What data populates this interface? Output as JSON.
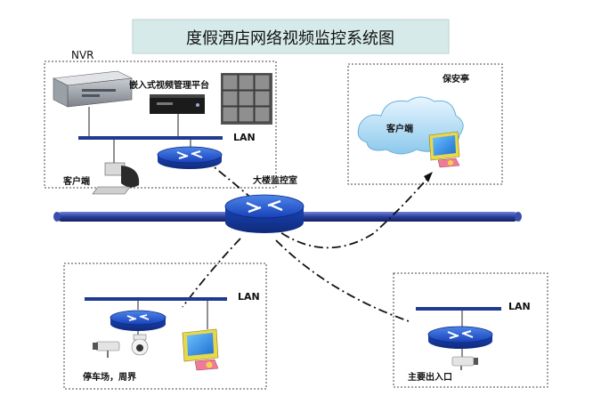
{
  "title": "度假酒店网络视频监控系统图",
  "labels": {
    "nvr": "NVR",
    "platform": "嵌入式视频管理平台",
    "lan_top": "LAN",
    "client_top": "客户端",
    "control_room": "大楼监控室",
    "guard_booth": "保安亭",
    "client_cloud": "客户端",
    "lan_left": "LAN",
    "parking": "停车场，周界",
    "lan_right": "LAN",
    "entrance": "主要出入口"
  },
  "colors": {
    "title_bg": "#d6ebe9",
    "backbone": "#2a3f9c",
    "router": "#1d4fbf",
    "lan_bar": "#1f3a93",
    "cloud": "#a9d6f0",
    "monitor_screen": "#2f8fe0",
    "monitor_body": "#e8d84a"
  },
  "icons": [
    "server-icon",
    "video-wall-icon",
    "router-icon",
    "pc-icon",
    "cloud-icon",
    "monitor-icon",
    "dome-camera-icon",
    "box-camera-icon"
  ]
}
